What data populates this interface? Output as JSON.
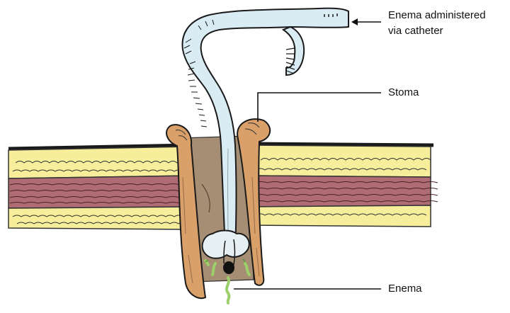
{
  "labels": {
    "enema_administered_line1": "Enema administered",
    "enema_administered_line2": "via catheter",
    "stoma": "Stoma",
    "enema": "Enema"
  },
  "colors": {
    "fat": "#f6ee9a",
    "muscle": "#b06c74",
    "stoma_tissue": "#d9a06a",
    "bowel_interior": "#a58e74",
    "catheter": "#d9ecf3",
    "balloon": "#e6f0f2",
    "enema_fluid": "#9ccf6a",
    "outline": "#1a1a1a"
  }
}
